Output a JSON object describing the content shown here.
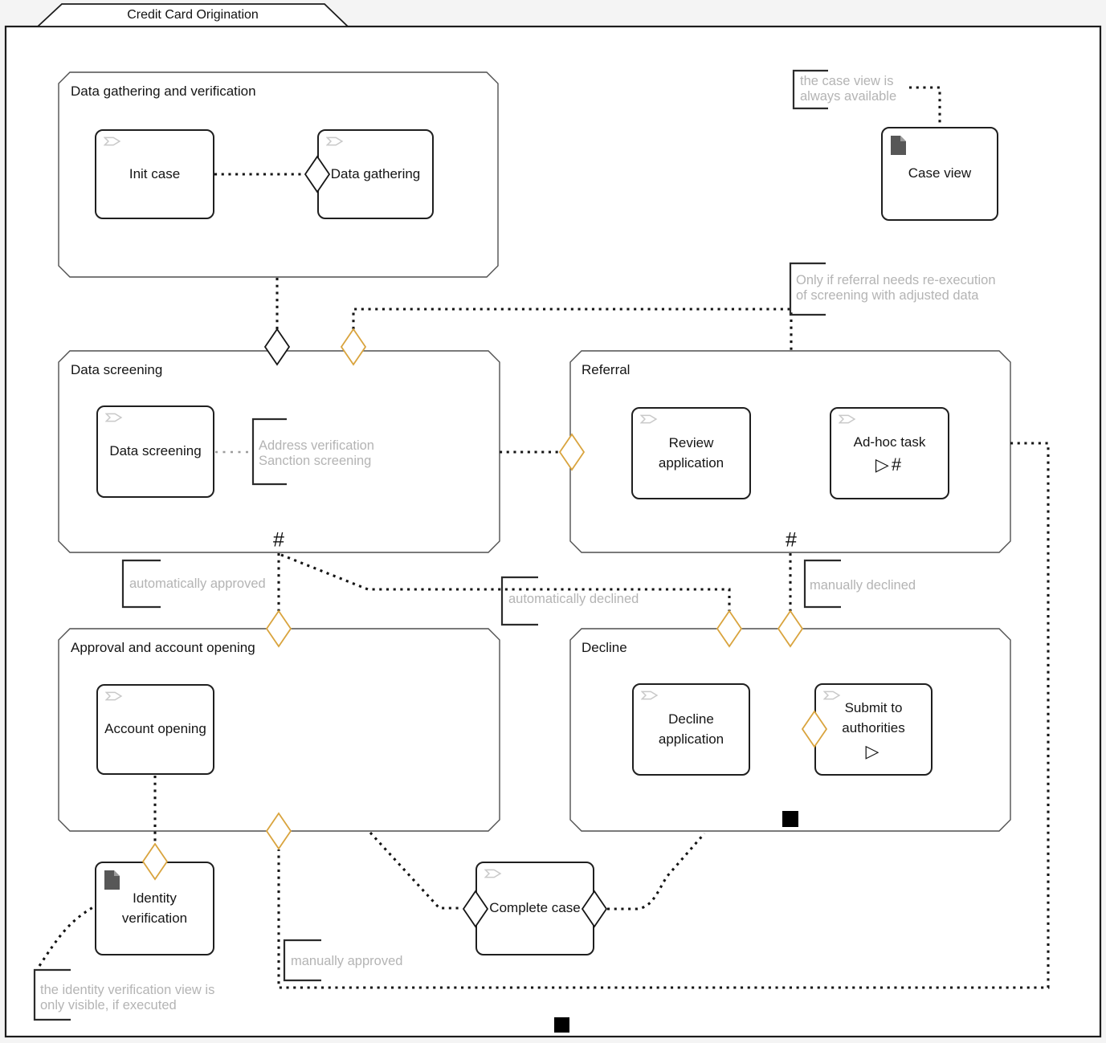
{
  "title": "Credit Card Origination",
  "colors": {
    "sentry_accent": "#D9A43E",
    "annotation_text": "#B4B4B4",
    "task_border": "#1F1F1F",
    "stage_border": "#4F4F4F",
    "background": "#F4F4F4"
  },
  "markers": {
    "repetition": "#",
    "manual_activation": "▷",
    "ad_hoc_combo": "▷#"
  },
  "stages": {
    "data_gathering_verification": {
      "label": "Data gathering and verification"
    },
    "data_screening": {
      "label": "Data screening"
    },
    "referral": {
      "label": "Referral"
    },
    "approval": {
      "label": "Approval and account opening"
    },
    "decline": {
      "label": "Decline"
    }
  },
  "tasks": {
    "init_case": {
      "label": "Init case"
    },
    "data_gathering": {
      "label": "Data gathering"
    },
    "case_view": {
      "label": "Case view"
    },
    "data_screening": {
      "label": "Data screening"
    },
    "review_application": {
      "label": "Review application"
    },
    "ad_hoc_task": {
      "label": "Ad-hoc task"
    },
    "account_opening": {
      "label": "Account opening"
    },
    "decline_application": {
      "label": "Decline application"
    },
    "submit_to_authorities": {
      "label": "Submit to authorities"
    },
    "identity_verification": {
      "label": "Identity verification"
    },
    "complete_case": {
      "label": "Complete case"
    }
  },
  "annotations": {
    "case_view": {
      "text": "the case view is\nalways available"
    },
    "referral_reexecution": {
      "text": "Only if referral needs re-execution\nof screening with adjusted data"
    },
    "screening_types": {
      "text": "Address verification\nSanction screening"
    },
    "automatically_approved": {
      "text": "automatically approved"
    },
    "automatically_declined": {
      "text": "automatically declined"
    },
    "manually_declined": {
      "text": "manually declined"
    },
    "manually_approved": {
      "text": "manually approved"
    },
    "identity_visibility": {
      "text": "the identity verification view is\nonly visible, if executed"
    }
  }
}
